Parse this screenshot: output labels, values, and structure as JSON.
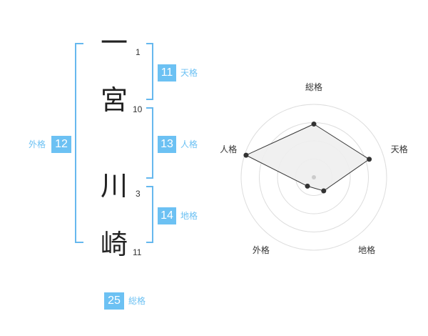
{
  "name": {
    "characters": [
      {
        "char": "一",
        "strokes": "1"
      },
      {
        "char": "宮",
        "strokes": "10"
      },
      {
        "char": "川",
        "strokes": "3"
      },
      {
        "char": "崎",
        "strokes": "11"
      }
    ]
  },
  "fortune": {
    "tenkaku": {
      "value": "11",
      "label": "天格"
    },
    "jinkaku": {
      "value": "13",
      "label": "人格"
    },
    "chikaku": {
      "value": "14",
      "label": "地格"
    },
    "gaikaku": {
      "value": "12",
      "label": "外格"
    },
    "soukaku": {
      "value": "25",
      "label": "総格"
    }
  },
  "colors": {
    "accent": "#6cc1f3",
    "bracket": "#66b8ee",
    "text": "#222222",
    "radar_fill": "#eeeeee",
    "radar_line": "#333333",
    "ring": "#dddddd"
  },
  "chart_data": {
    "type": "radar",
    "axes": [
      "総格",
      "天格",
      "地格",
      "外格",
      "人格"
    ],
    "values": [
      0.73,
      0.8,
      0.23,
      0.15,
      0.98
    ],
    "max": 1,
    "rings": 4,
    "grid": true
  }
}
